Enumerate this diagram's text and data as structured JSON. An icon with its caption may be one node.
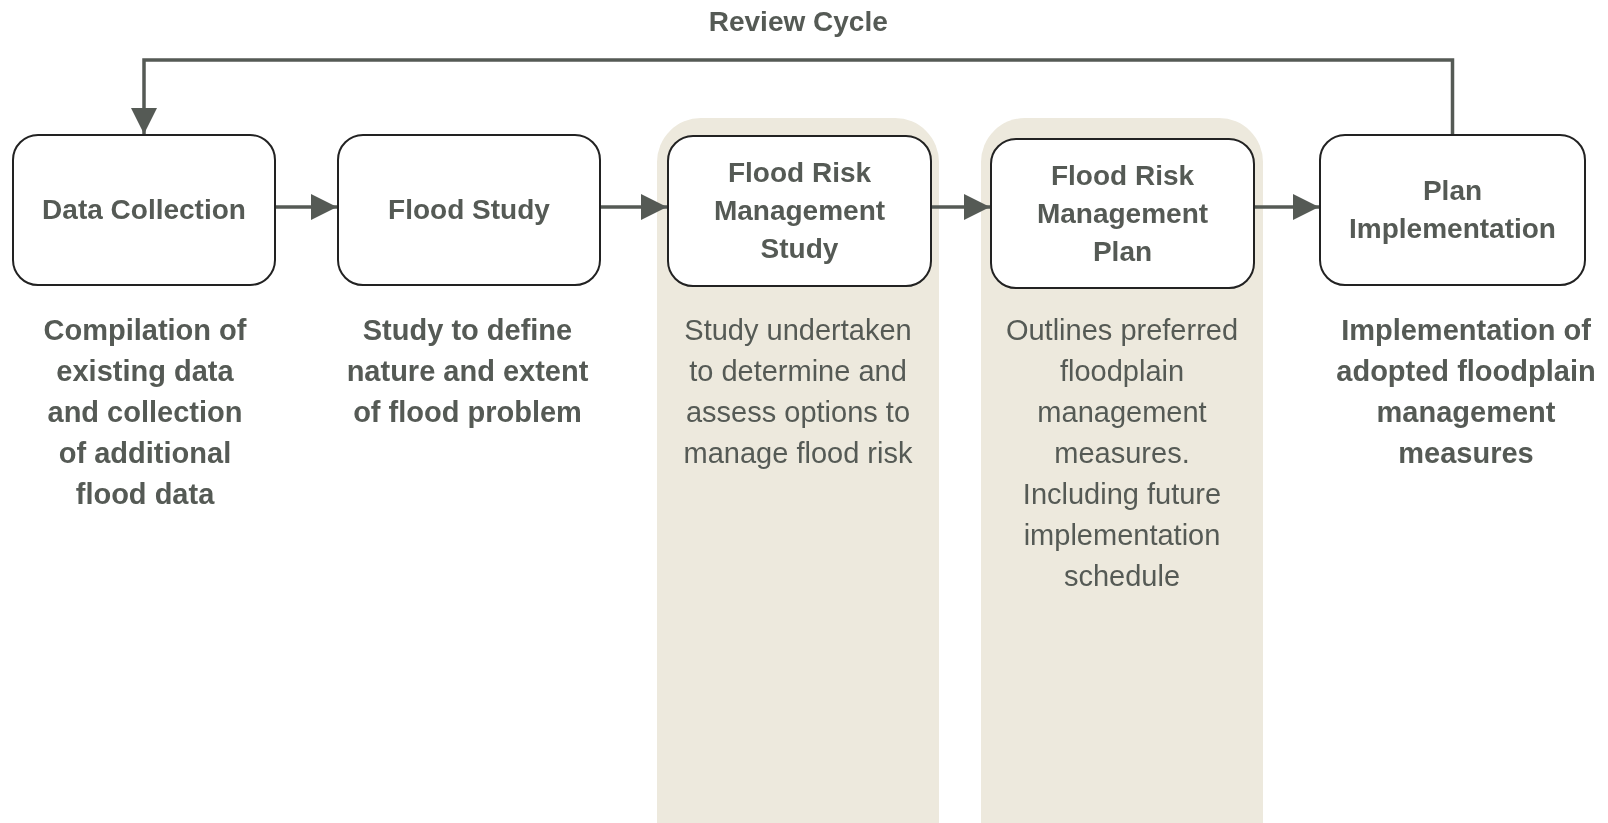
{
  "diagram": {
    "nodes": [
      {
        "text": [
          "Data Collection"
        ],
        "beside": [
          "Compilation of existing data and collection of additional flood data"
        ]
      },
      {
        "text": [
          "Flood Study"
        ],
        "beside": [
          "Study to define nature and extent of flood problem"
        ]
      },
      {
        "text": [
          "Study undertaken to determine and assess options to manage flood risk"
        ]
      },
      {
        "text": [
          "Flood Risk Management Study"
        ],
        "in": 2
      },
      {
        "text": [
          "Outlines preferred floodplain management measures. Including future implementation schedule"
        ]
      },
      {
        "text": [
          "Flood Risk Management Plan"
        ],
        "in": 4
      },
      {
        "text": [
          "Plan Implementation"
        ],
        "beside": [
          "Implementation of adopted floodplain management measures"
        ]
      }
    ],
    "edges": [
      {
        "from": 0,
        "to": 1,
        "arrow": "to"
      },
      {
        "from": 1,
        "to": 3,
        "arrow": "to"
      },
      {
        "from": 3,
        "to": 5,
        "arrow": "to"
      },
      {
        "from": 5,
        "to": 6,
        "arrow": "to"
      },
      {
        "from": 6,
        "to": 0,
        "arrow": "to",
        "label": "Review Cycle"
      }
    ]
  }
}
